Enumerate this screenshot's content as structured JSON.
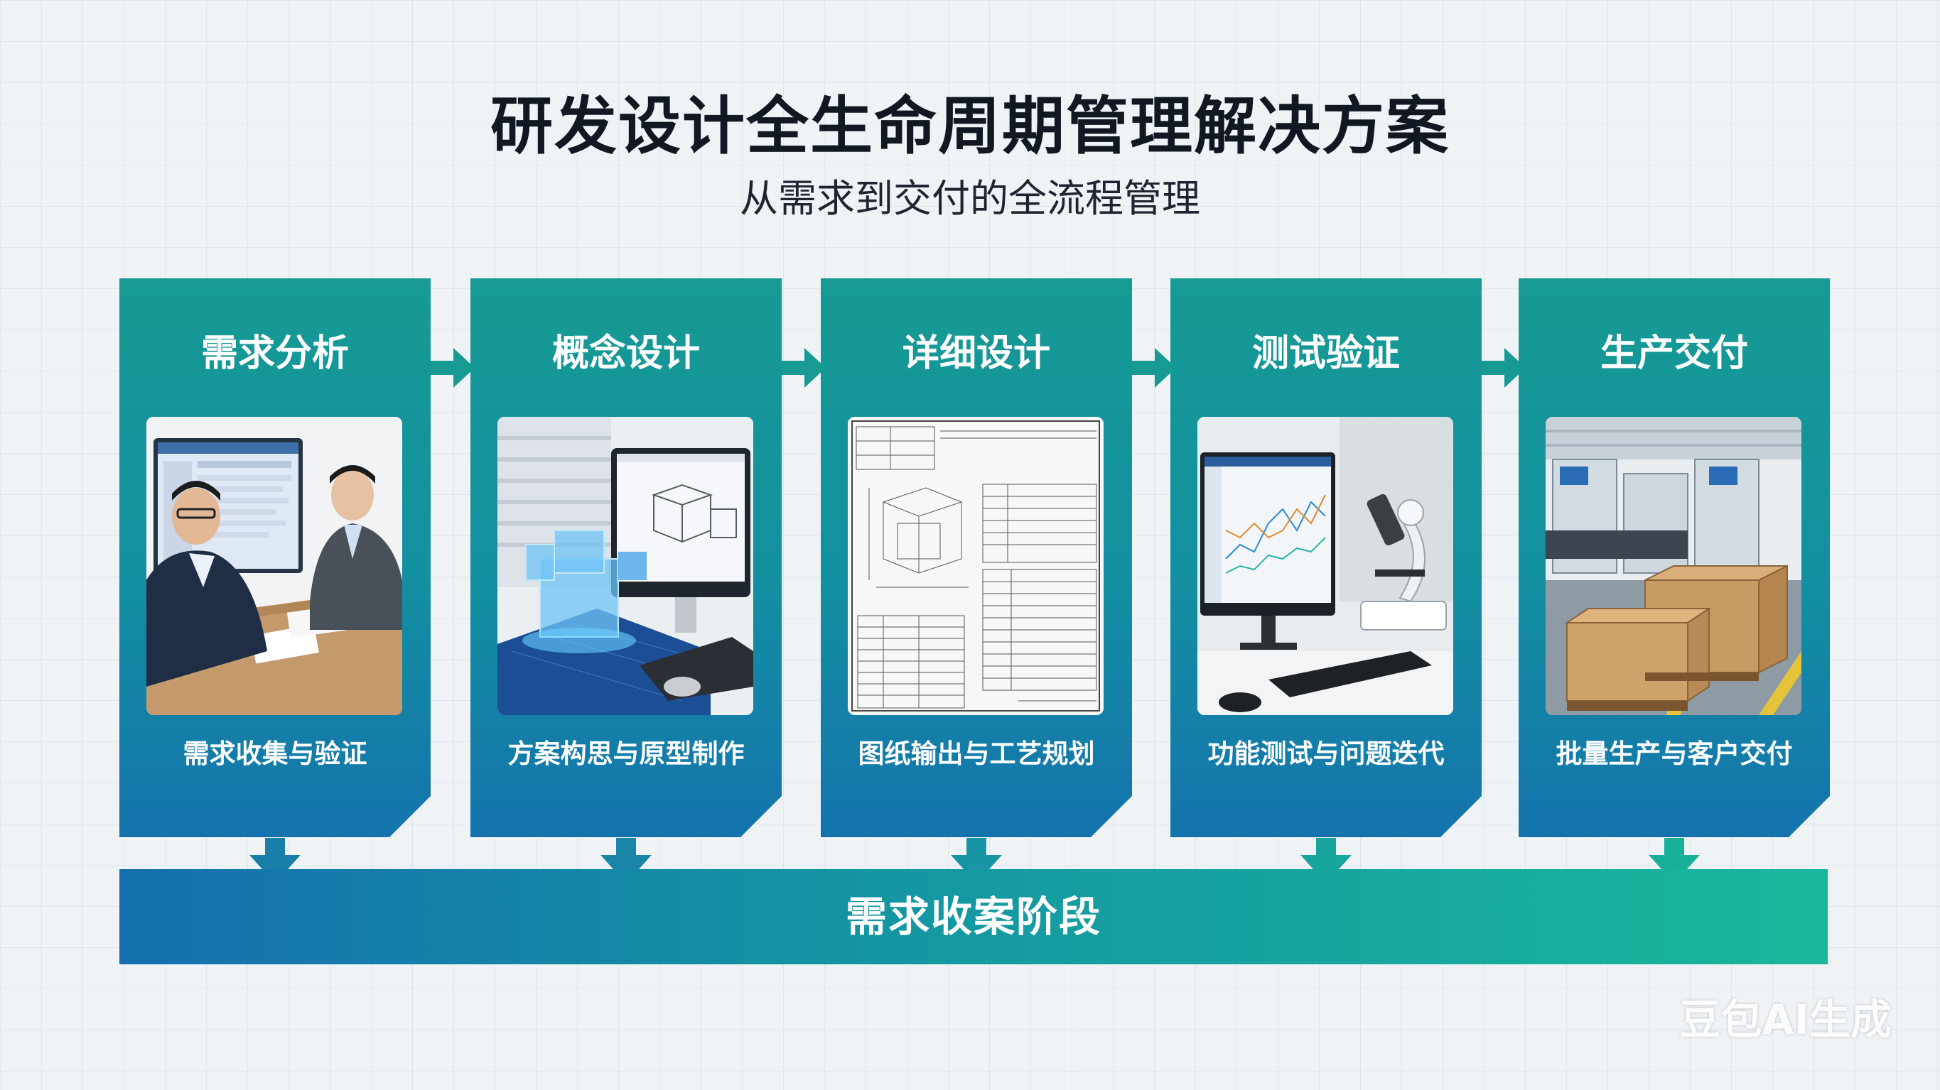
{
  "title": "研发设计全生命周期管理解决方案",
  "subtitle": "从需求到交付的全流程管理",
  "stages": [
    {
      "title": "需求分析",
      "caption": "需求收集与验证",
      "image": "requirements-meeting-photo"
    },
    {
      "title": "概念设计",
      "caption": "方案构思与原型制作",
      "image": "3d-prototype-photo"
    },
    {
      "title": "详细设计",
      "caption": "图纸输出与工艺规划",
      "image": "engineering-drawing-photo"
    },
    {
      "title": "测试验证",
      "caption": "功能测试与问题迭代",
      "image": "lab-testing-photo"
    },
    {
      "title": "生产交付",
      "caption": "批量生产与客户交付",
      "image": "factory-shipping-photo"
    }
  ],
  "stage_bar": {
    "label": "需求收案阶段"
  },
  "watermark": "豆包AI生成",
  "colors": {
    "card_top": "#169a93",
    "card_bottom": "#1473ad",
    "bar_left": "#156fae",
    "bar_right": "#1ab79b",
    "background": "#f0f3f6",
    "title": "#121821"
  }
}
